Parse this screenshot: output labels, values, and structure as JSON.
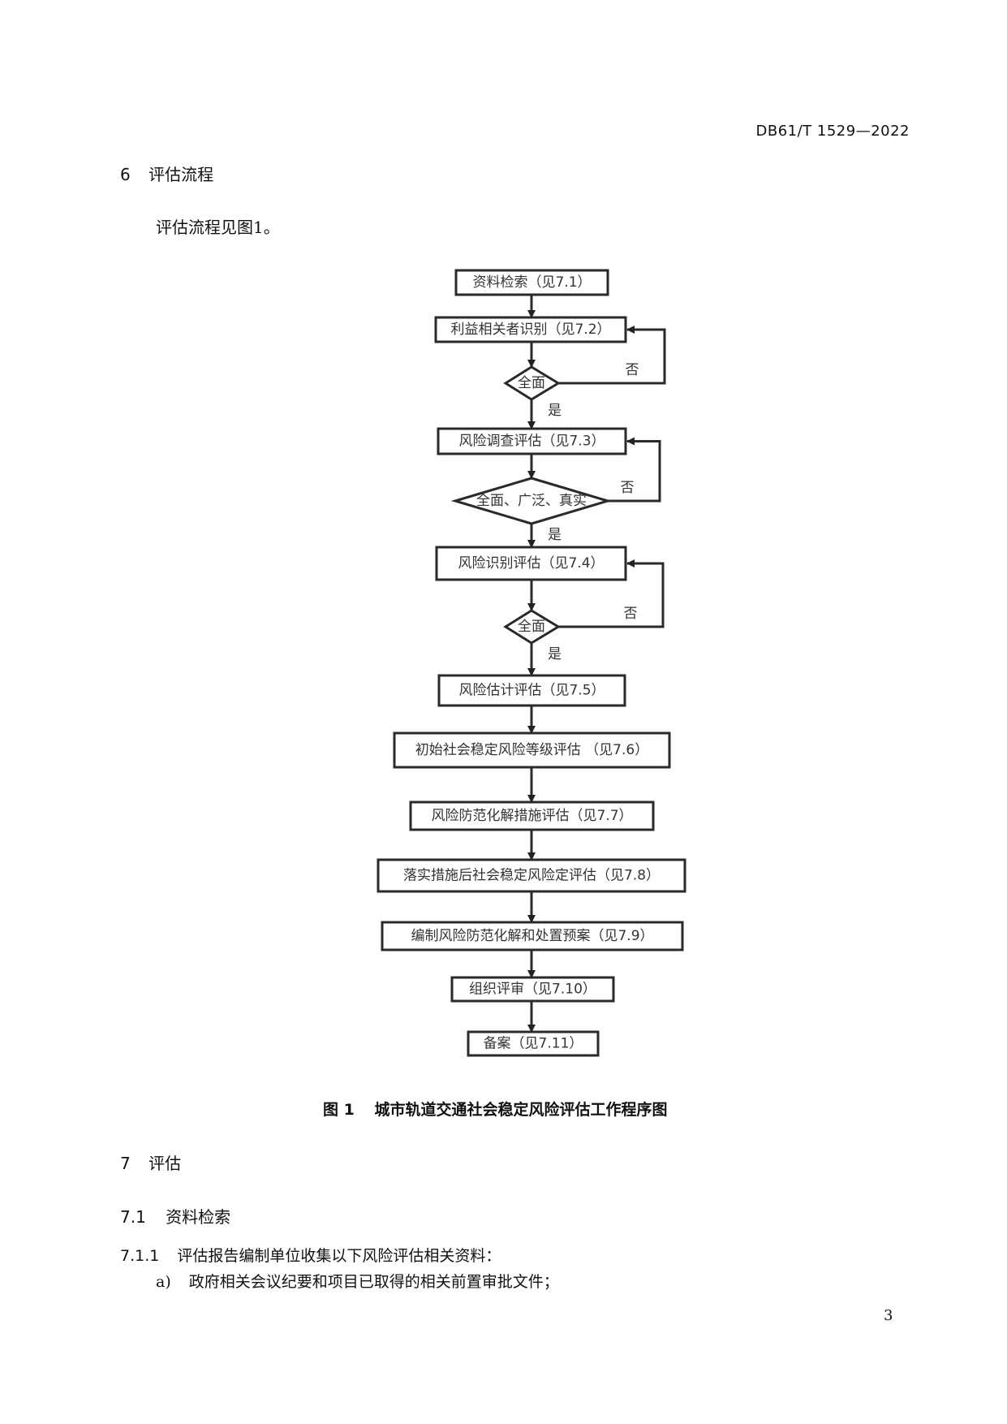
{
  "header": {
    "doc_number": "DB61/T 1529—2022"
  },
  "section6": {
    "number": "6",
    "title": "评估流程",
    "body": "评估流程见图1。"
  },
  "flowchart": {
    "steps": [
      "资料检索（见7.1）",
      "利益相关者识别（见7.2）",
      "风险调查评估（见7.3）",
      "风险识别评估（见7.4）",
      "风险估计评估（见7.5）",
      "初始社会稳定风险等级评估 （见7.6）",
      "风险防范化解措施评估（见7.7）",
      "落实措施后社会稳定风险定评估（见7.8）",
      "编制风险防范化解和处置预案（见7.9）",
      "组织评审（见7.10）",
      "备案（见7.11）"
    ],
    "decisions": [
      "全面",
      "全面、广泛、真实",
      "全面"
    ],
    "yes_label": "是",
    "no_label": "否"
  },
  "figure_caption": {
    "number": "图 1",
    "title": "城市轨道交通社会稳定风险评估工作程序图"
  },
  "section7": {
    "number": "7",
    "title": "评估",
    "sub1": {
      "number": "7.1",
      "title": "资料检索"
    },
    "sub1_1": {
      "number": "7.1.1",
      "text": "评估报告编制单位收集以下风险评估相关资料："
    },
    "item_a": {
      "label": "a)",
      "text": "政府相关会议纪要和项目已取得的相关前置审批文件；"
    }
  },
  "page_number": "3"
}
